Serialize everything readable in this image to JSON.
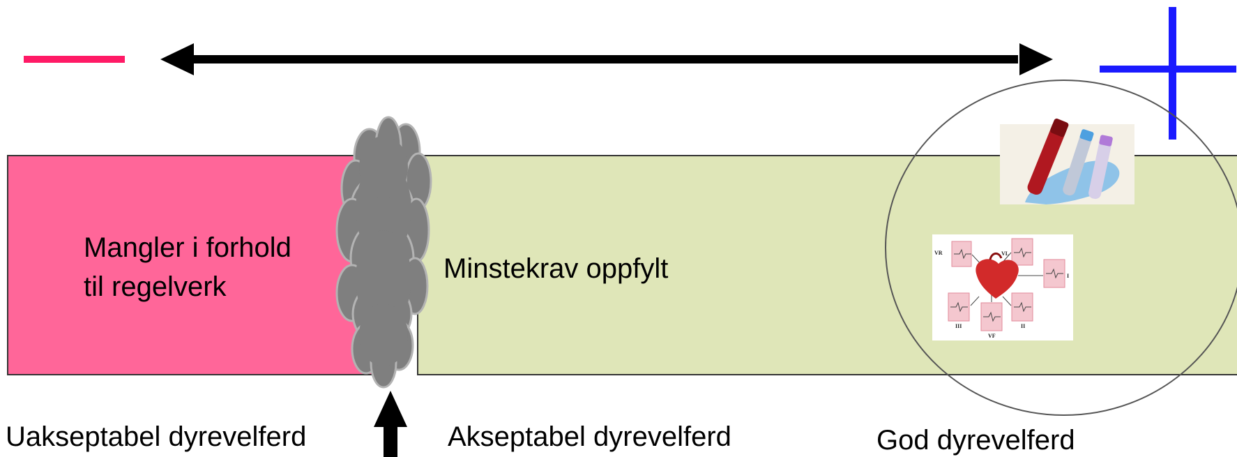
{
  "scale": {
    "minus_symbol": "−",
    "plus_symbol": "+"
  },
  "zones": {
    "left_label_line1": "Mangler i forhold",
    "left_label_line2": "til regelverk",
    "middle_label": "Minstekrav oppfylt"
  },
  "bottom_labels": {
    "unacceptable": "Uakseptabel dyrevelferd",
    "acceptable": "Akseptabel dyrevelferd",
    "good": "God dyrevelferd"
  },
  "images": {
    "blood_tubes": "blood-sample-tubes-photo",
    "ecg_heart": "ecg-heart-diagram"
  },
  "ecg_leads": [
    "VR",
    "VL",
    "I",
    "III",
    "VF",
    "II"
  ],
  "colors": {
    "minus": "#ff1a66",
    "plus": "#1a1aff",
    "red_zone": "#ff6699",
    "green_zone": "#dfe6b8",
    "cloud": "#7f7f7f"
  }
}
